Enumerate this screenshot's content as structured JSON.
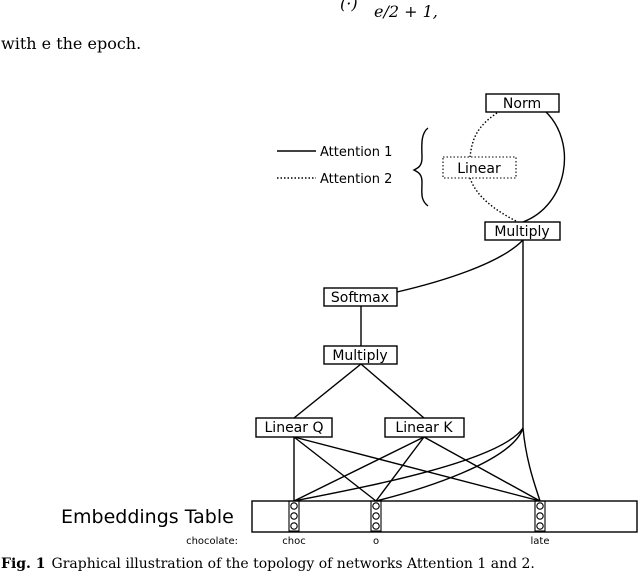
{
  "text_above": {
    "formula_left": "(·)",
    "formula_denominator": "e/2 + 1",
    "formula_trailing": ",",
    "intro_line": "with e the epoch."
  },
  "figure": {
    "legend": {
      "solid_label": "Attention 1",
      "dotted_label": "Attention 2"
    },
    "nodes": {
      "norm": "Norm",
      "linear": "Linear",
      "multiply_top": "Multiply",
      "softmax": "Softmax",
      "multiply_mid": "Multiply",
      "linear_q": "Linear Q",
      "linear_k": "Linear K"
    },
    "embeddings_title": "Embeddings Table",
    "row_label": "chocolate:",
    "tokens": [
      "choc",
      "o",
      "late"
    ]
  },
  "caption": {
    "label": "Fig. 1",
    "text": "Graphical illustration of the topology of networks Attention 1 and 2."
  }
}
